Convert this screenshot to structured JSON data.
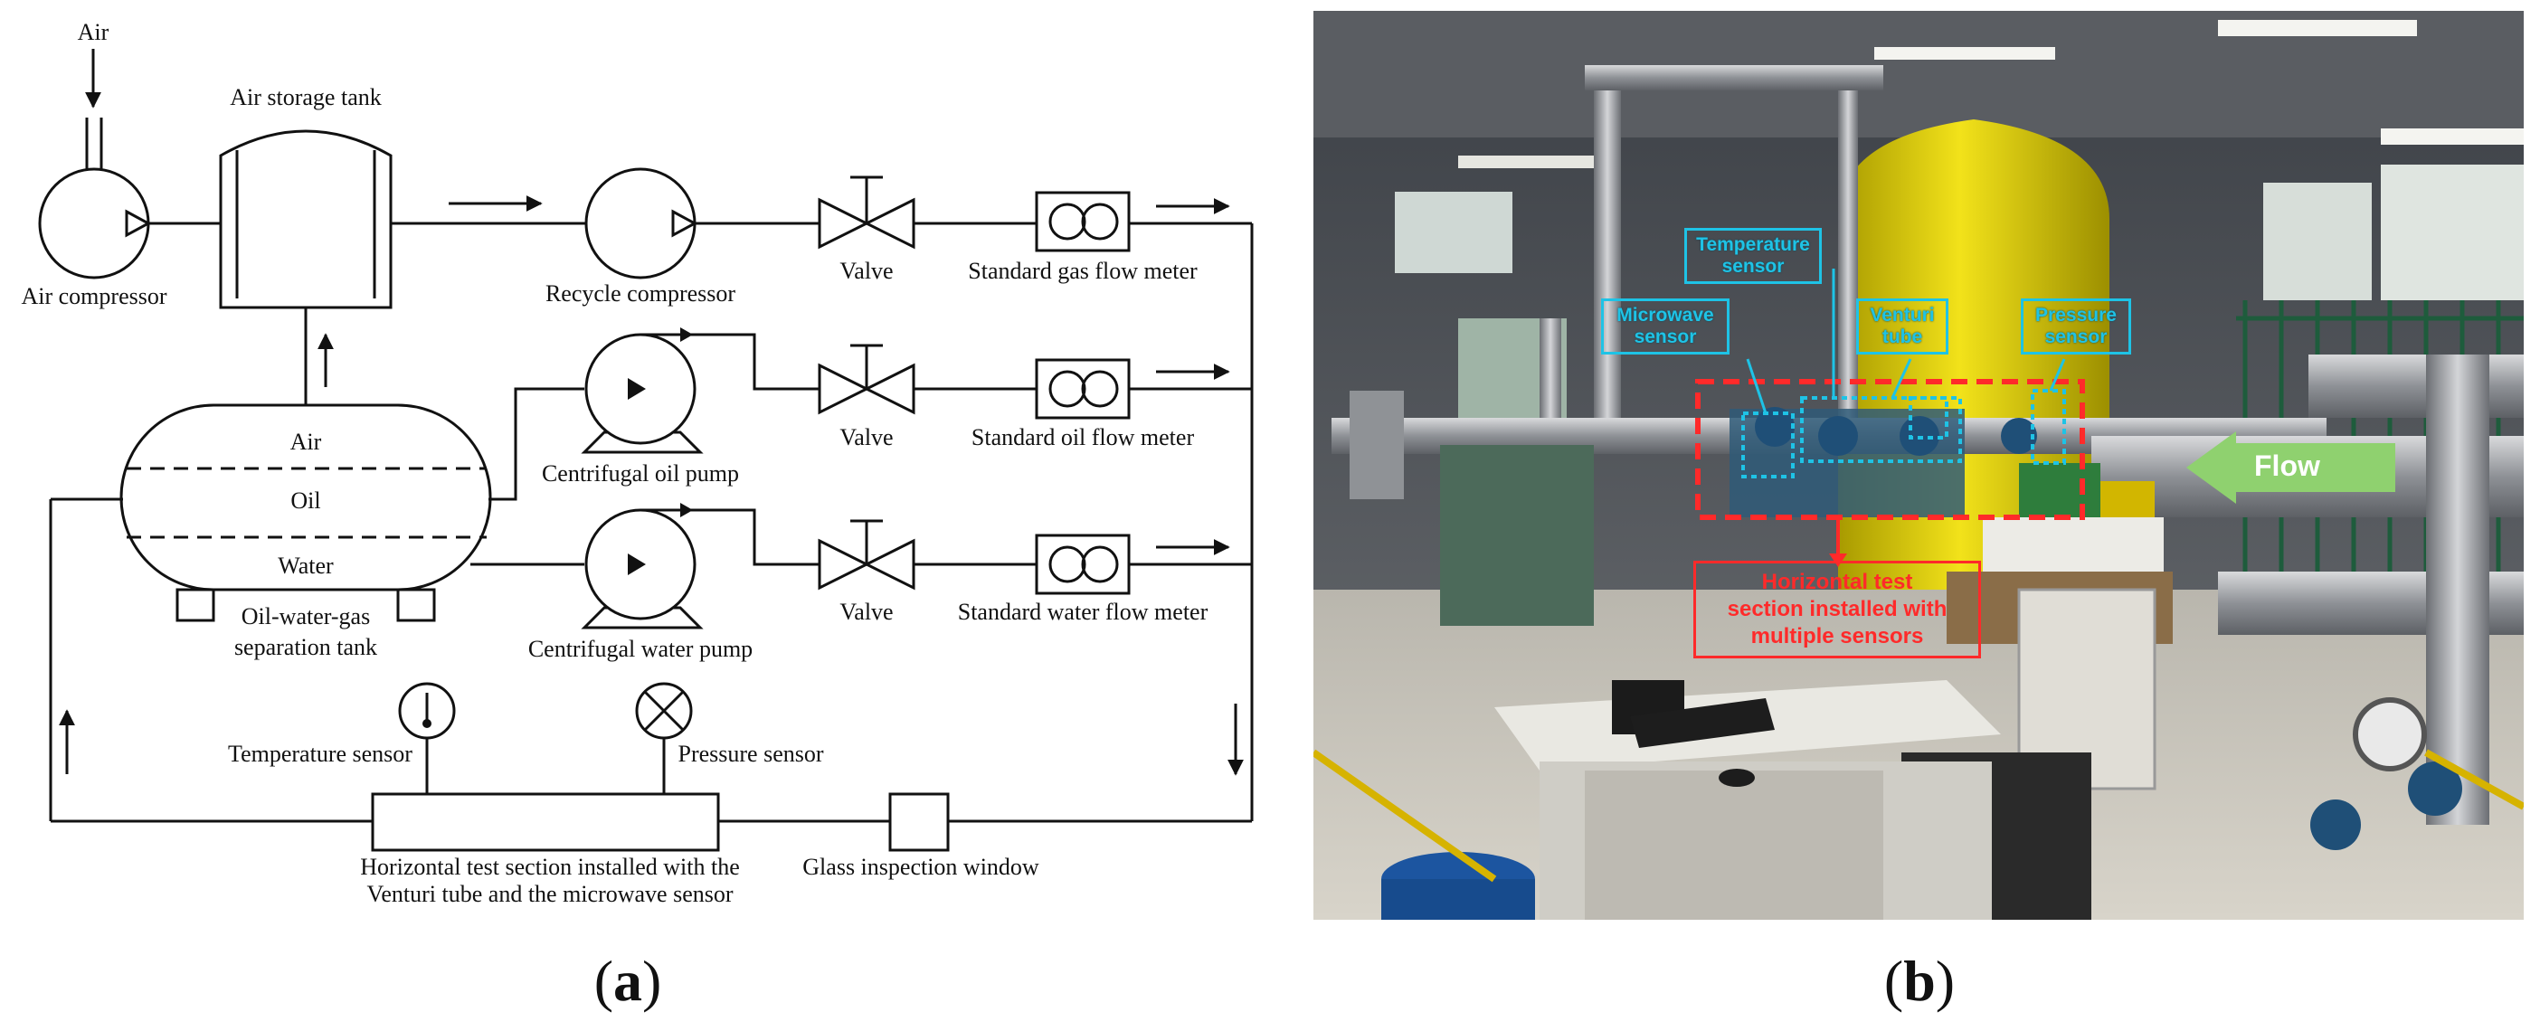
{
  "panel_a": {
    "label_open": "(",
    "label_letter": "a",
    "label_close": ")",
    "air_input": "Air",
    "air_compressor": "Air compressor",
    "air_storage_tank": "Air storage tank",
    "recycle_compressor": "Recycle compressor",
    "valve_1": "Valve",
    "valve_2": "Valve",
    "valve_3": "Valve",
    "gas_flow_meter": "Standard gas flow meter",
    "oil_flow_meter": "Standard oil flow meter",
    "water_flow_meter": "Standard water flow meter",
    "separator_air": "Air",
    "separator_oil": "Oil",
    "separator_water": "Water",
    "separation_tank_line1": "Oil-water-gas",
    "separation_tank_line2": "separation tank",
    "centrifugal_oil_pump": "Centrifugal oil pump",
    "centrifugal_water_pump": "Centrifugal water pump",
    "temperature_sensor": "Temperature sensor",
    "pressure_sensor": "Pressure sensor",
    "test_section_line1": "Horizontal test section installed with the",
    "test_section_line2": "Venturi tube and the microwave sensor",
    "glass_window": "Glass inspection window"
  },
  "panel_b": {
    "label_open": "(",
    "label_letter": "b",
    "label_close": ")",
    "temperature_sensor_line1": "Temperature",
    "temperature_sensor_line2": "sensor",
    "microwave_sensor_line1": "Microwave",
    "microwave_sensor_line2": "sensor",
    "venturi_tube_line1": "Venturi",
    "venturi_tube_line2": "tube",
    "pressure_sensor_line1": "Pressure",
    "pressure_sensor_line2": "sensor",
    "test_section_line1": "Horizontal test",
    "test_section_line2": "section installed with",
    "test_section_line3": "multiple sensors",
    "flow": "Flow"
  },
  "colors": {
    "annotation_cyan": "#1ec3e6",
    "annotation_red": "#ff2a2a",
    "flow_arrow": "#8fd16f",
    "tank_yellow": "#e8d400"
  }
}
